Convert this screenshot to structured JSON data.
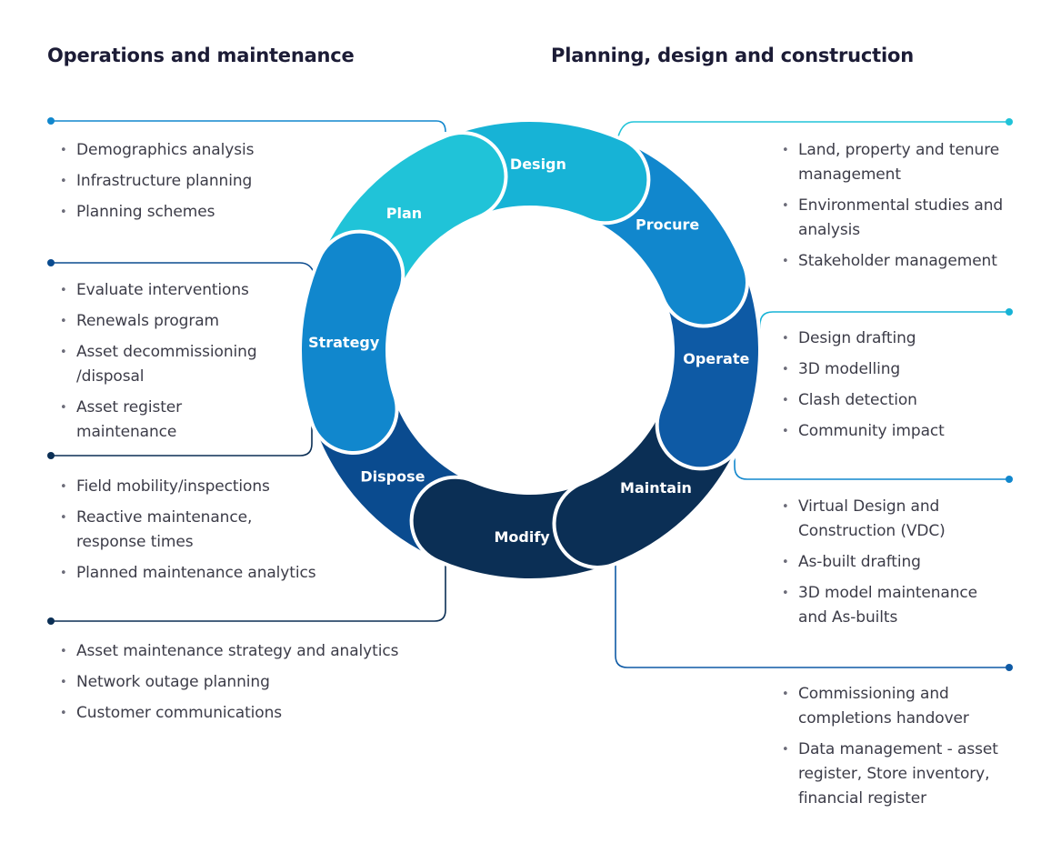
{
  "headings": {
    "left": "Operations and maintenance",
    "right": "Planning, design and construction"
  },
  "colors": {
    "navy": "#0b2f55",
    "blue_mid": "#0a4b8f",
    "blue": "#0e5aa5",
    "blue_light": "#1187cd",
    "teal": "#17b3d6",
    "cyan": "#20c3d8"
  },
  "segments": [
    {
      "key": "strategy",
      "label": "Strategy",
      "color": "#1187cd"
    },
    {
      "key": "plan",
      "label": "Plan",
      "color": "#20c3d8"
    },
    {
      "key": "design",
      "label": "Design",
      "color": "#17b3d6"
    },
    {
      "key": "procure",
      "label": "Procure",
      "color": "#1187cd"
    },
    {
      "key": "operate",
      "label": "Operate",
      "color": "#0e5aa5"
    },
    {
      "key": "maintain",
      "label": "Maintain",
      "color": "#0b2f55"
    },
    {
      "key": "modify",
      "label": "Modify",
      "color": "#0b2f55"
    },
    {
      "key": "dispose",
      "label": "Dispose",
      "color": "#0a4b8f"
    }
  ],
  "lists": {
    "strategy": [
      "Demographics analysis",
      "Infrastructure planning",
      "Planning schemes"
    ],
    "dispose": [
      "Evaluate interventions",
      "Renewals program",
      "Asset decommissioning /disposal",
      "Asset register maintenance"
    ],
    "modify": [
      "Field mobility/inspections",
      "Reactive maintenance, response times",
      "Planned maintenance analytics"
    ],
    "maintain": [
      "Asset maintenance strategy and analytics",
      "Network outage planning",
      "Customer communications"
    ],
    "plan": [
      "Land, property and tenure management",
      "Environmental studies and analysis",
      "Stakeholder management"
    ],
    "design": [
      "Design drafting",
      "3D modelling",
      "Clash detection",
      "Community impact"
    ],
    "procure": [
      "Virtual Design and Construction (VDC)",
      "As-built drafting",
      "3D model maintenance and As-builts"
    ],
    "operate": [
      "Commissioning and completions handover",
      "Data management - asset register, Store inventory, financial register"
    ]
  }
}
